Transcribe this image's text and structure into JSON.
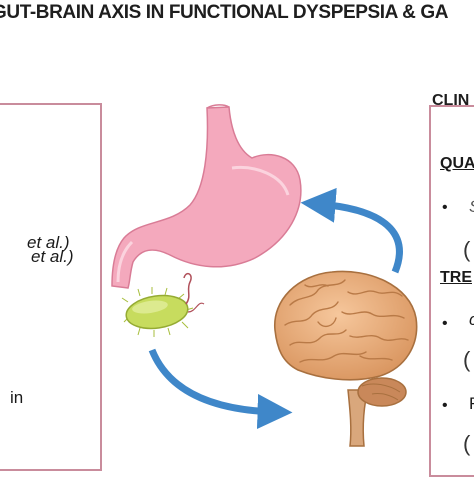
{
  "title": "GUT-BRAIN AXIS IN FUNCTIONAL DYSPEPSIA & GA",
  "right_header": "CLIN",
  "left_panel": {
    "line1_suffix": "et al.)",
    "line2_suffix": "et al.)",
    "line3": "in"
  },
  "right_panel": {
    "heading1": "QUA",
    "item1_letter": "S",
    "heading2": "TRE",
    "item2_letter": "c",
    "item3_letter": "F",
    "bullet": "•",
    "paren": "("
  },
  "icons": [
    "stomach-illustration",
    "brain-illustration",
    "bacterium-illustration",
    "curved-arrow"
  ],
  "colors": {
    "panel_border": "#c98c9c",
    "stomach": "#f4a9bd",
    "brain": "#e9b07e",
    "bacterium": "#c7dc5e",
    "arrow": "#3f87c9"
  }
}
